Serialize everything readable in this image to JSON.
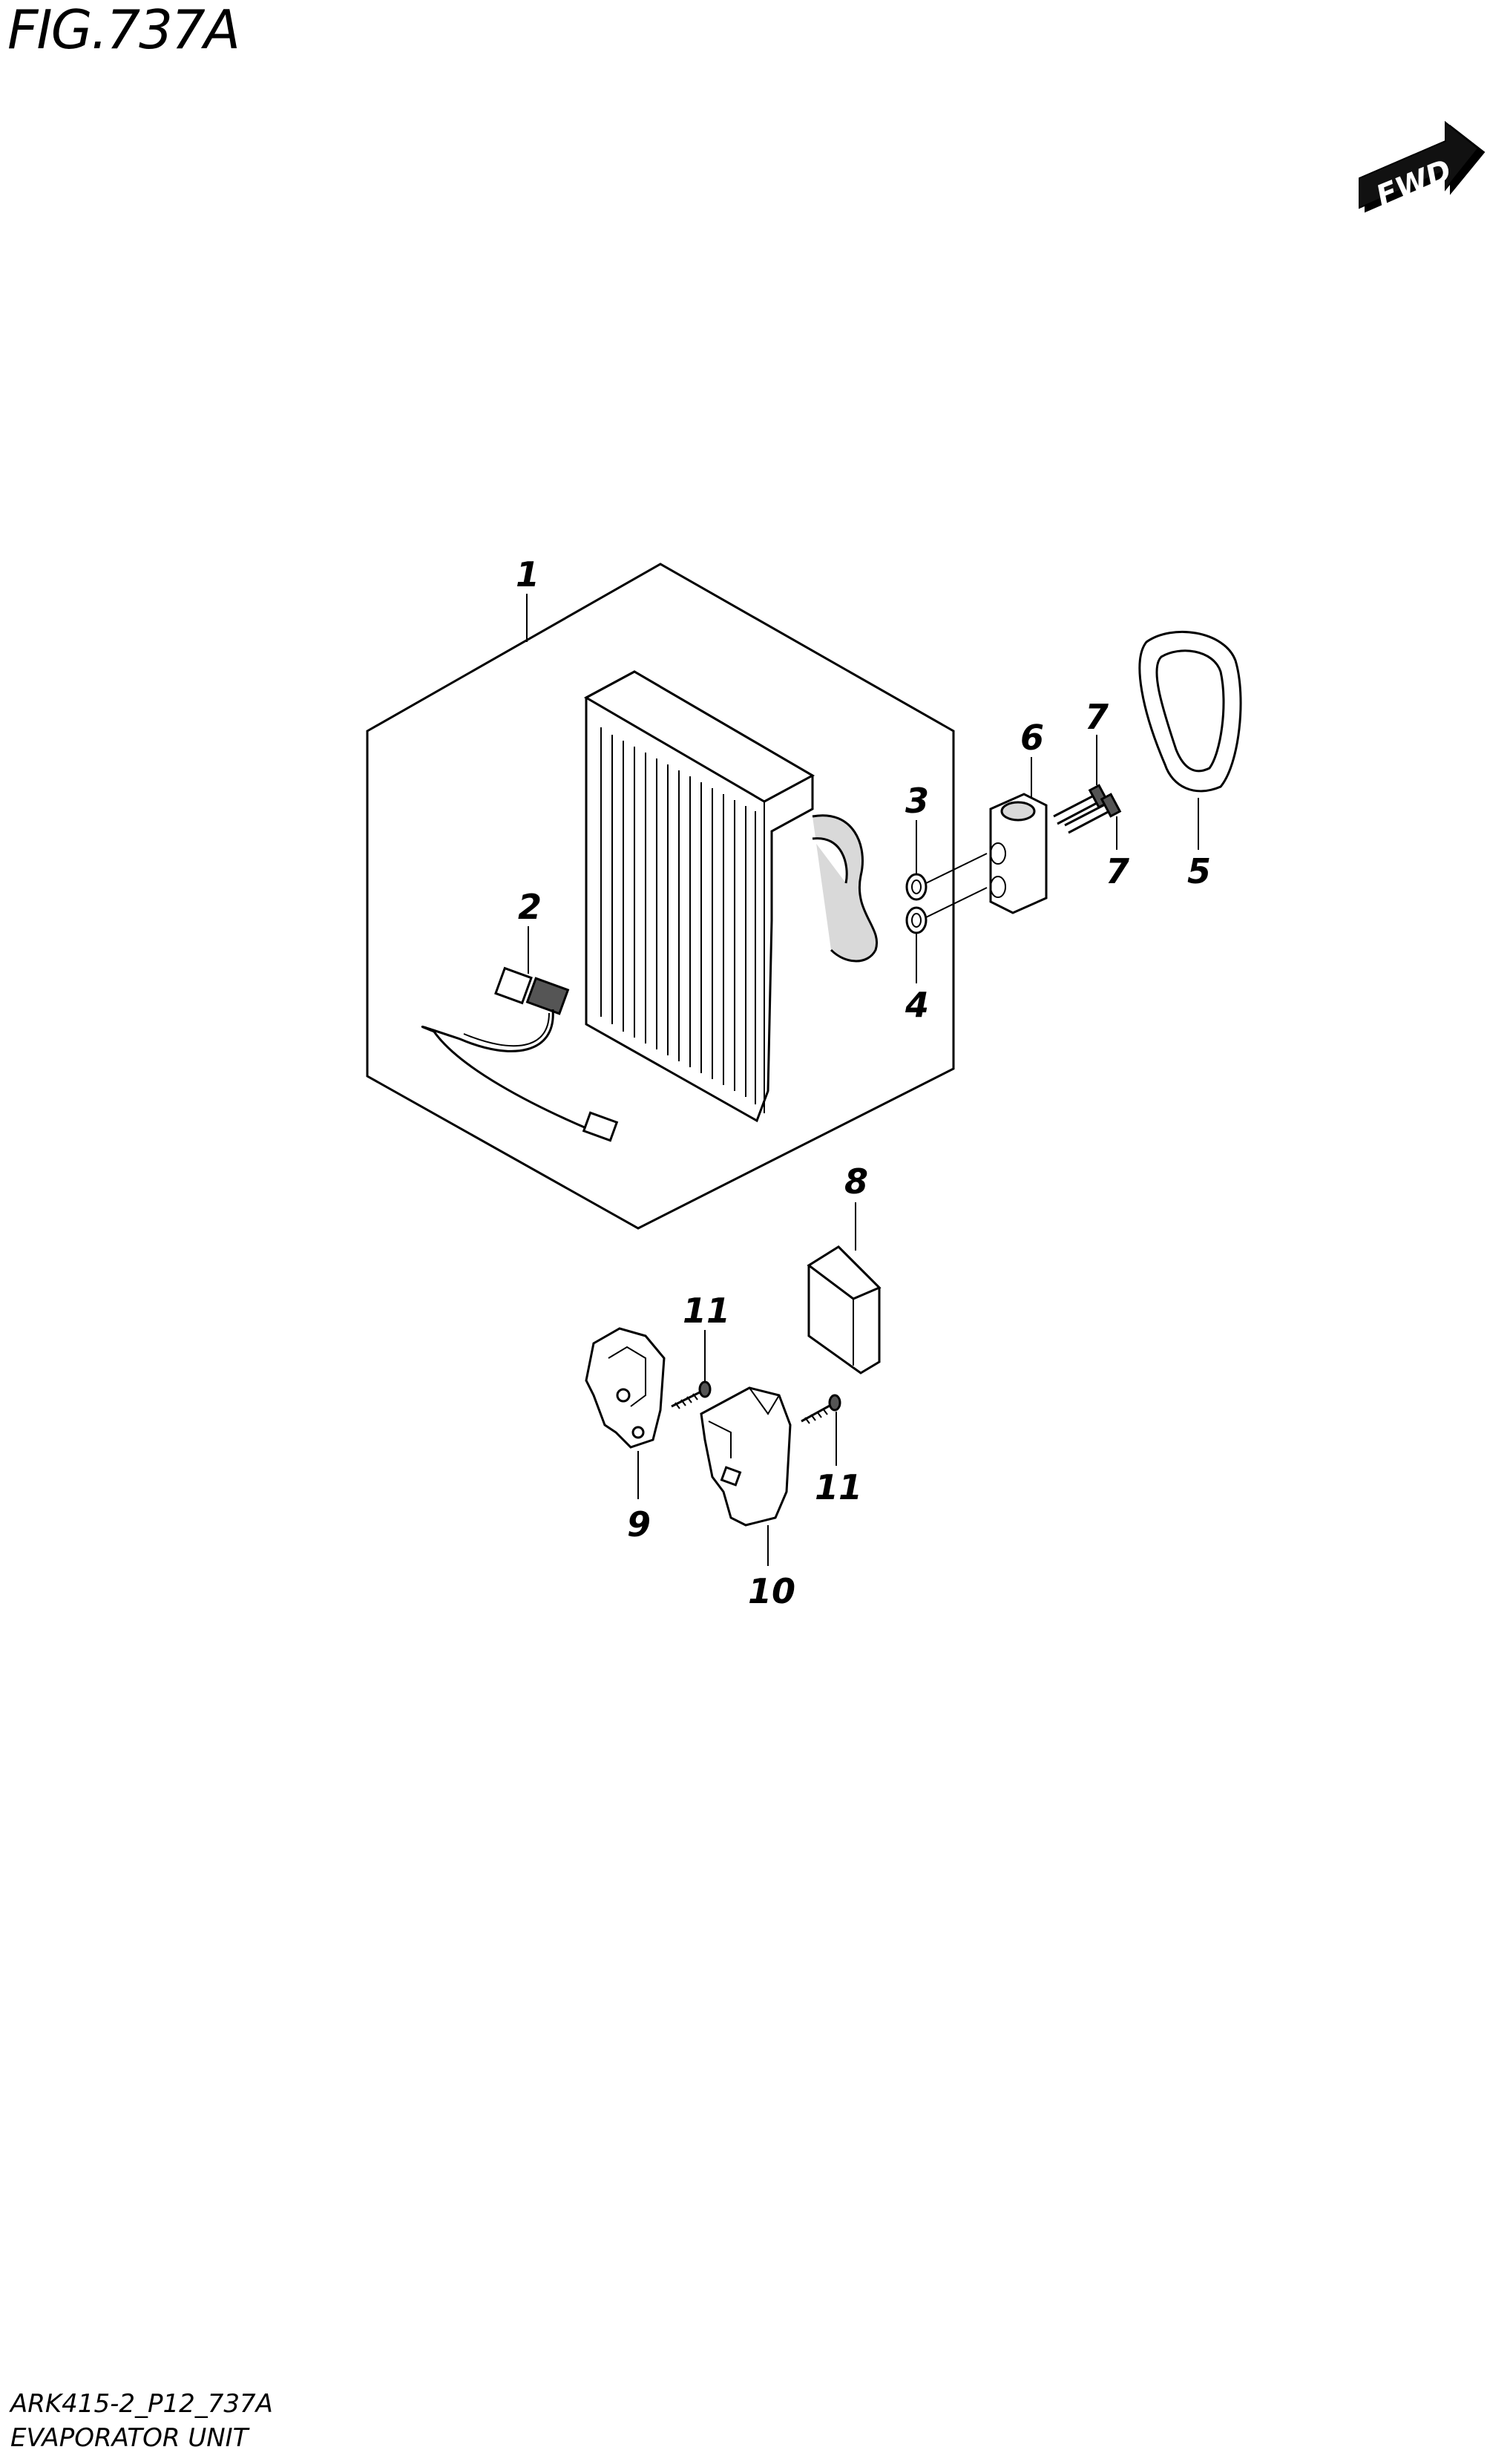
{
  "figure": {
    "title": "FIG.737A"
  },
  "fwd_arrow": {
    "label": "FWD"
  },
  "callouts": [
    "1",
    "2",
    "3",
    "4",
    "5",
    "6",
    "7",
    "7",
    "8",
    "9",
    "10",
    "11",
    "11"
  ],
  "footer": {
    "code": "ARK415-2_P12_737A",
    "name": "EVAPORATOR UNIT"
  }
}
